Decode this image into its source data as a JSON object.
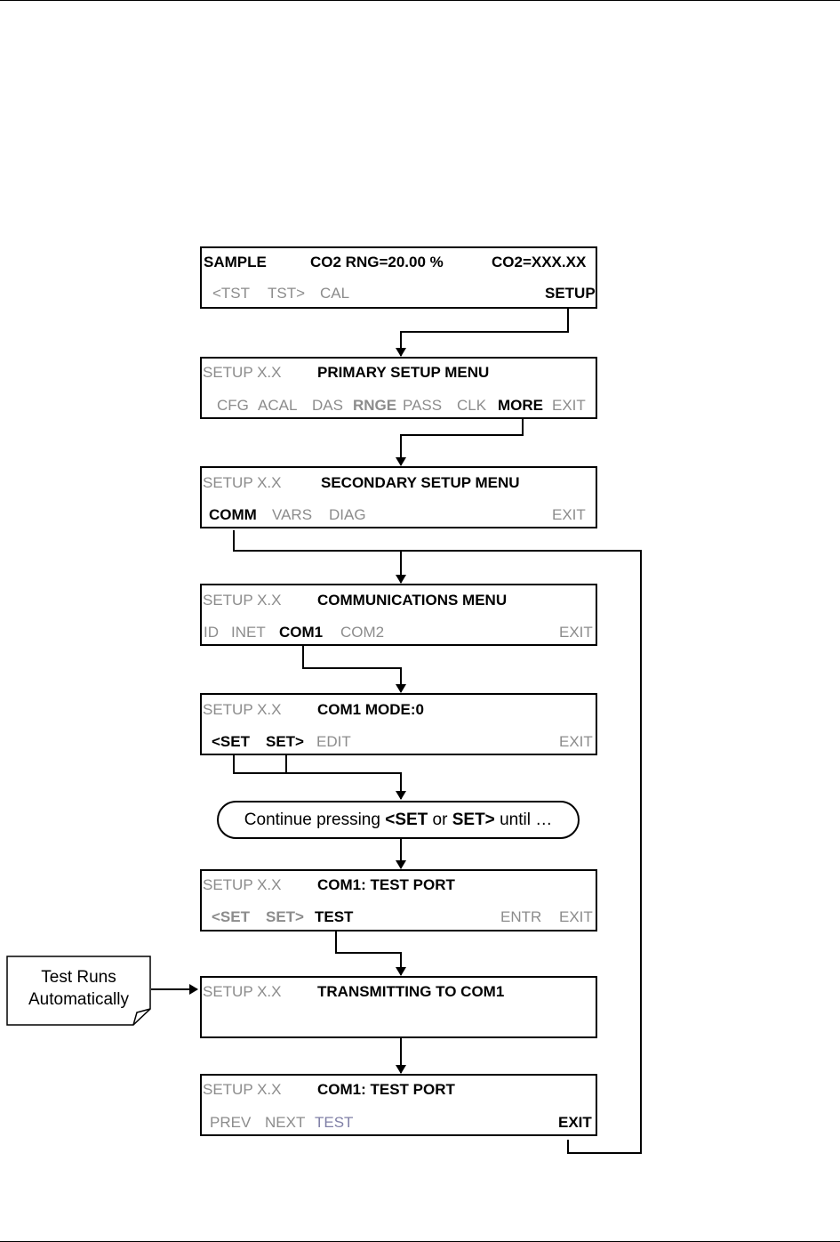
{
  "screens": [
    {
      "id": "sample",
      "row1": [
        "SAMPLE",
        "CO2 RNG=20.00 %",
        "CO2=XXX.XX"
      ],
      "row2": [
        "<TST",
        "TST>",
        "CAL",
        "SETUP"
      ]
    },
    {
      "id": "primary",
      "row1": [
        "SETUP X.X",
        "PRIMARY SETUP MENU"
      ],
      "row2": [
        "CFG",
        "ACAL",
        "DAS",
        "RNGE",
        "PASS",
        "CLK",
        "MORE",
        "EXIT"
      ]
    },
    {
      "id": "secondary",
      "row1": [
        "SETUP X.X",
        "SECONDARY SETUP MENU"
      ],
      "row2": [
        "COMM",
        "VARS",
        "DIAG",
        "EXIT"
      ]
    },
    {
      "id": "communications",
      "row1": [
        "SETUP X.X",
        "COMMUNICATIONS MENU"
      ],
      "row2": [
        "ID",
        "INET",
        "COM1",
        "COM2",
        "EXIT"
      ]
    },
    {
      "id": "com1-mode",
      "row1": [
        "SETUP X.X",
        "COM1 MODE:0"
      ],
      "row2": [
        "<SET",
        "SET>",
        "EDIT",
        "EXIT"
      ]
    },
    {
      "id": "test-port",
      "row1": [
        "SETUP X.X",
        "COM1: TEST PORT"
      ],
      "row2": [
        "<SET",
        "SET>",
        "TEST",
        "ENTR",
        "EXIT"
      ]
    },
    {
      "id": "transmitting",
      "row1": [
        "SETUP X.X",
        "TRANSMITTING TO COM1"
      ],
      "row2": []
    },
    {
      "id": "test-port-2",
      "row1": [
        "SETUP X.X",
        "COM1: TEST PORT"
      ],
      "row2": [
        "PREV",
        "NEXT",
        "TEST",
        "EXIT"
      ]
    }
  ],
  "instruction": {
    "pre": "Continue pressing ",
    "key1": "<SET",
    "mid": " or ",
    "key2": "SET>",
    "post": " until …"
  },
  "note": {
    "line1": "Test Runs",
    "line2": "Automatically"
  }
}
